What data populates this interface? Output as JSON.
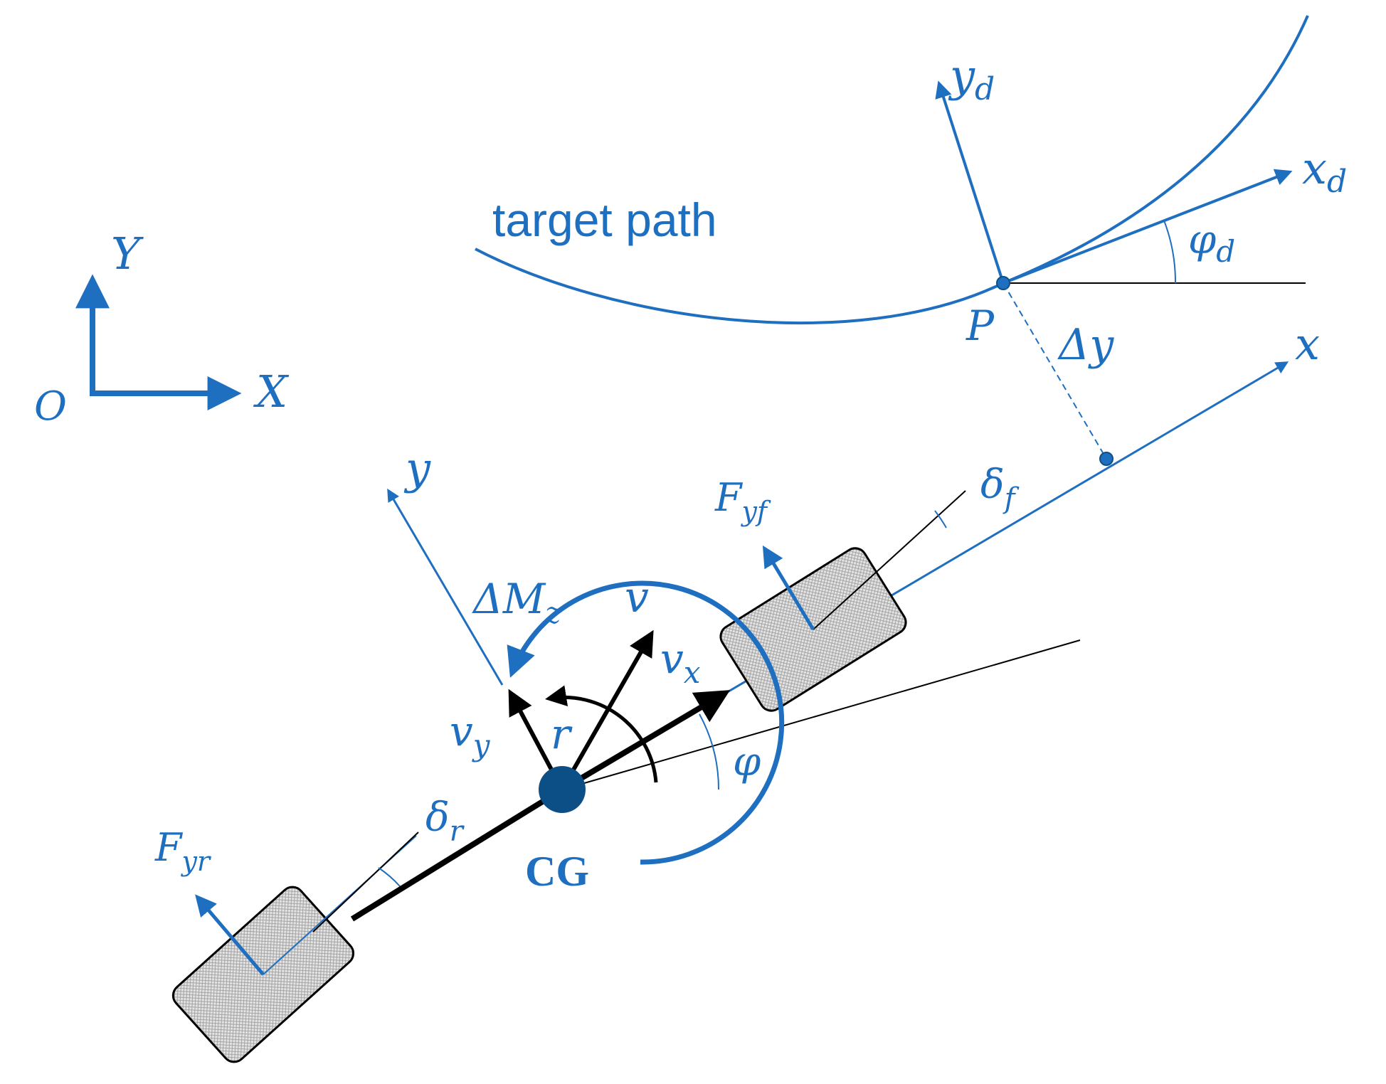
{
  "colors": {
    "blue": "#1f6fc1",
    "dark_blue": "#0b4f86",
    "black": "#000000",
    "tire_fill": "#d9d9d9"
  },
  "labels": {
    "target_path": "target path",
    "global_origin": "O",
    "global_X": "X",
    "global_Y": "Y",
    "yd_main": "y",
    "yd_sub": "d",
    "xd_main": "x",
    "xd_sub": "d",
    "phid_main": "φ",
    "phid_sub": "d",
    "point_P": "P",
    "delta_y": "Δy",
    "x_axis": "x",
    "y_axis": "y",
    "delta_f_main": "δ",
    "delta_f_sub": "f",
    "fyf_main": "F",
    "fyf_sub": "yf",
    "dmz_main": "ΔM",
    "dmz_sub": "z",
    "v": "v",
    "vx_main": "v",
    "vx_sub": "x",
    "vy_main": "v",
    "vy_sub": "y",
    "r": "r",
    "phi": "φ",
    "cg": "CG",
    "delta_r_main": "δ",
    "delta_r_sub": "r",
    "fyr_main": "F",
    "fyr_sub": "yr"
  }
}
